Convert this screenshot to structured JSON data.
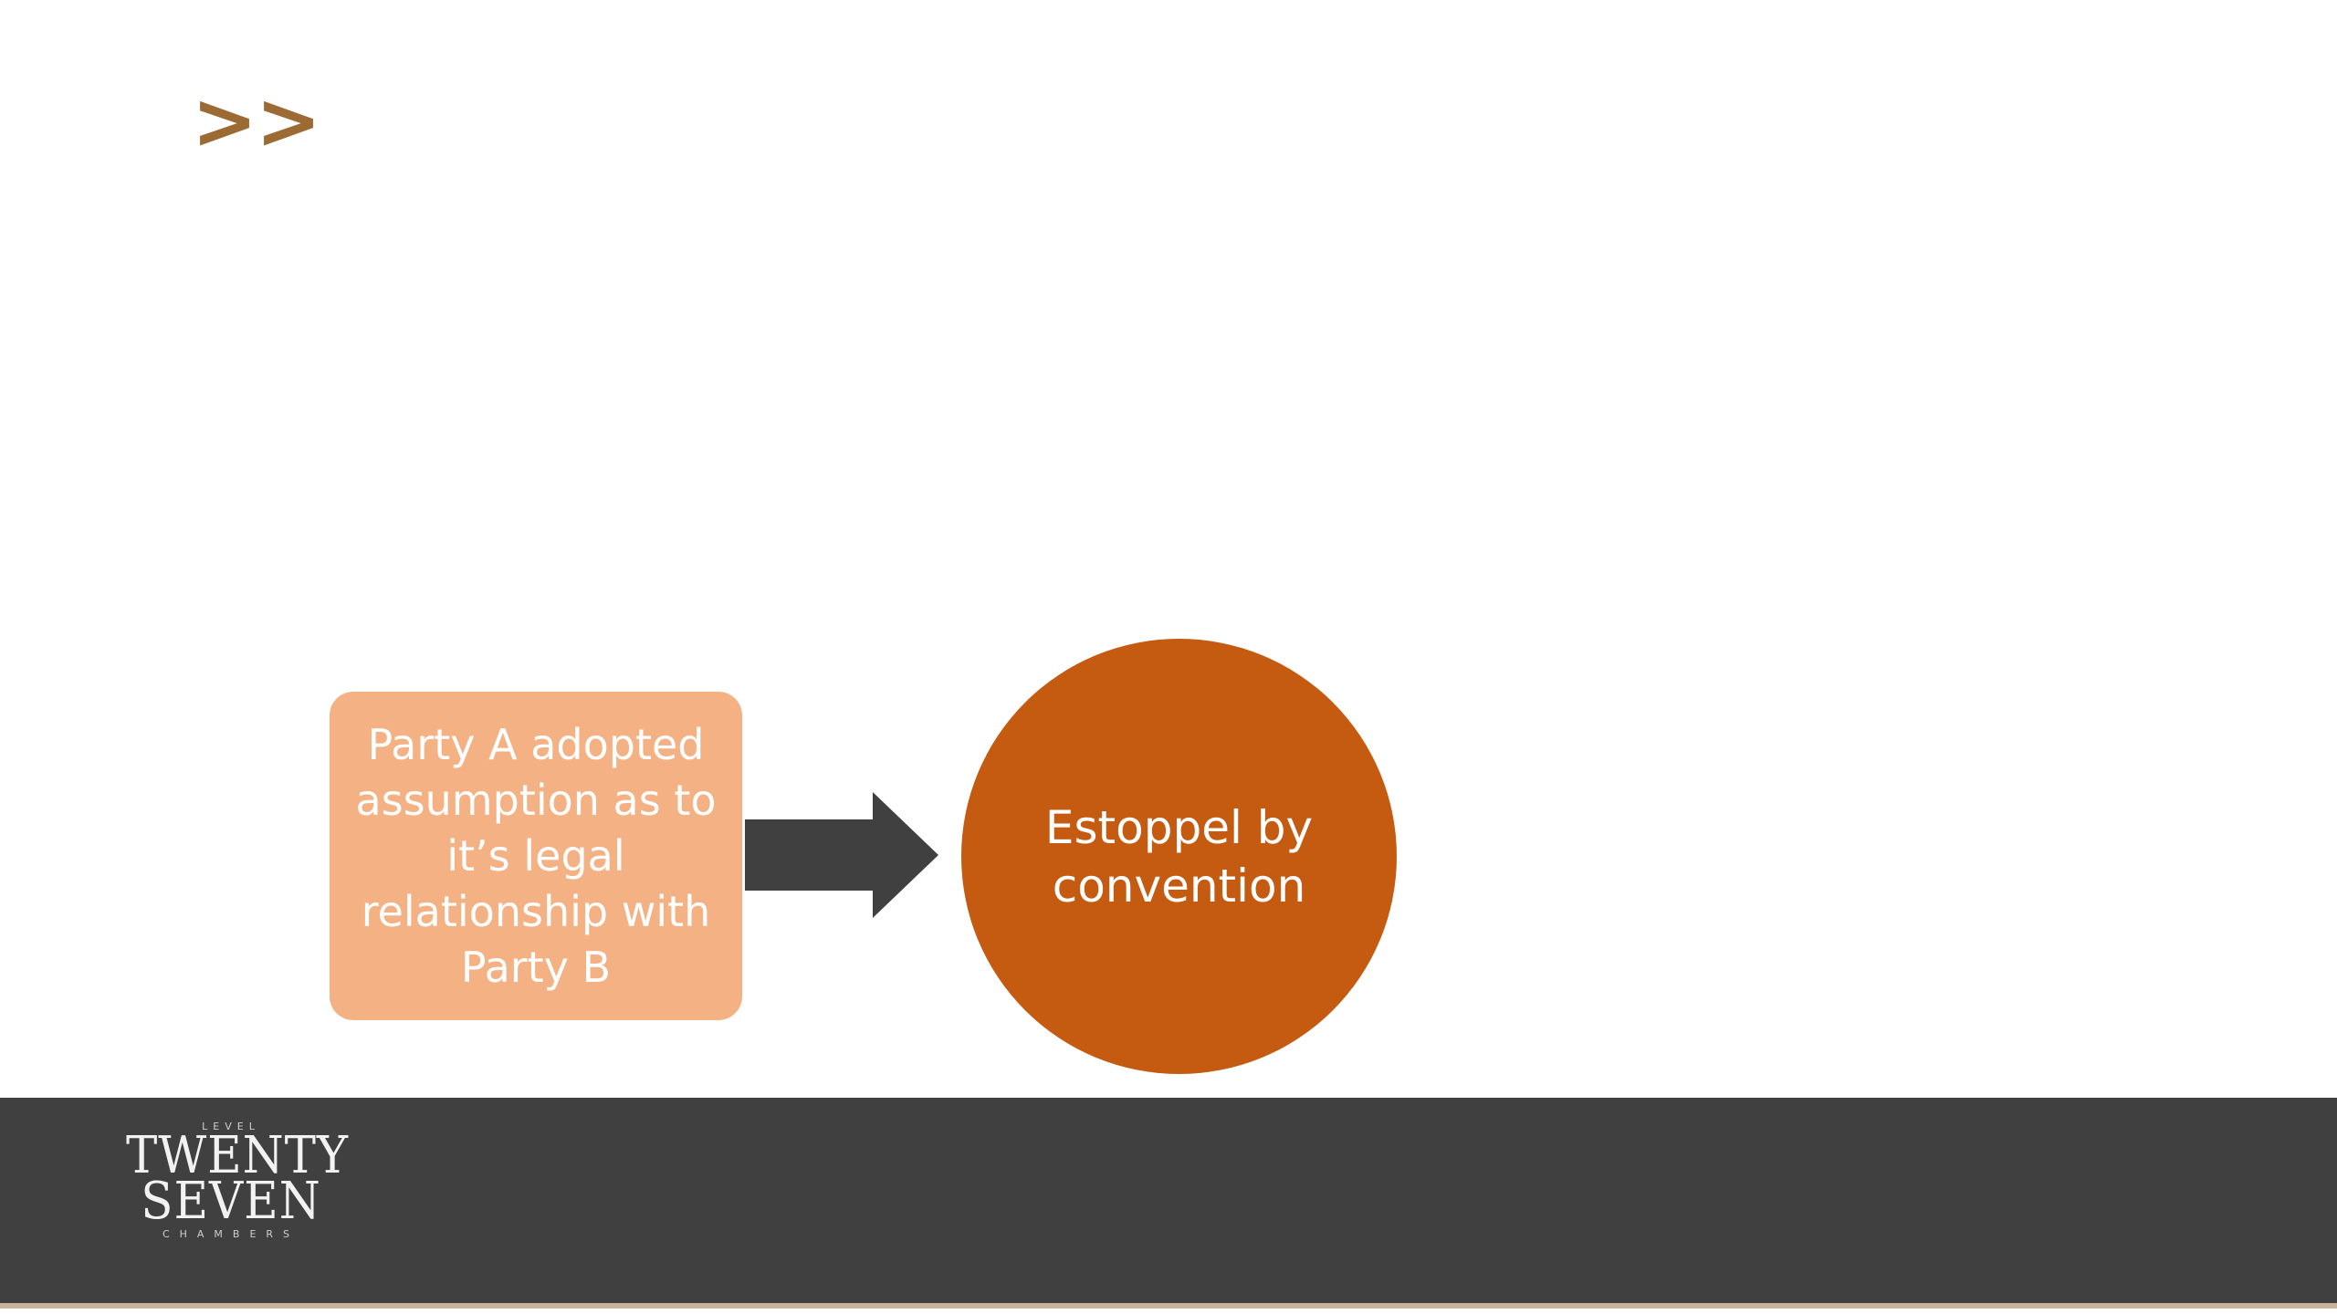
{
  "header": {
    "chevrons": ">>"
  },
  "diagram": {
    "box_a": {
      "text": "Party A adopted assumption as to it’s legal relationship with Party B"
    },
    "circle": {
      "text": "Estoppel by convention"
    }
  },
  "footer": {
    "logo": {
      "top_small": "LEVEL",
      "line1": "TWENTY",
      "line2": "SEVEN",
      "bottom_small": "CHAMBERS"
    }
  },
  "colors": {
    "chevron": "#9c6a33",
    "box_a_fill": "#f4b183",
    "arrow_fill": "#404040",
    "circle_fill": "#c55a11",
    "footer_bg": "#404040"
  }
}
